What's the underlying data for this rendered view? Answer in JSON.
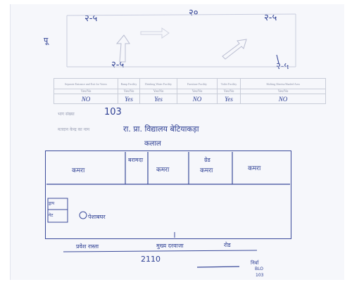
{
  "top_numbers": {
    "left": "२-५",
    "center": "२०",
    "right": "२-५",
    "bottom_left": "२-५",
    "bottom_right": "२-५"
  },
  "side_mark": "पू",
  "table": {
    "headers": [
      "Separate Entrance and Exit for Voters",
      "Ramp Facility",
      "Drinking Water Facility",
      "Furniture Facility",
      "Toilet Facility",
      "Shifting Sheetss/Shaded Area"
    ],
    "yesno": [
      "Yes/No",
      "Yes/No",
      "Yes/No",
      "Yes/No",
      "Yes/No",
      "Yes/No"
    ],
    "values": [
      "NO",
      "Yes",
      "Yes",
      "NO",
      "Yes",
      "NO"
    ]
  },
  "fields": {
    "booth_number_label": "भाग संख्या",
    "booth_number_value": "103",
    "building_name_label": "मतदान केन्द्र का नाम",
    "building_name_value_line1": "रा. प्रा. विद्यालय बेटियाकड़ा",
    "building_name_value_line2": "कलाल"
  },
  "map": {
    "rooms": [
      "कमरा",
      "बरामदा",
      "कमरा",
      "कमरा",
      "कमरा"
    ],
    "room4_line1": "ग्रेड",
    "room4_line2": "कमरा",
    "stair_labels": [
      "ड्राप",
      "गेट"
    ],
    "urinal": "पेशाबघर",
    "road_label_left": "प्रवेश रास्ता",
    "road_label_mid": "मुख्य दरवाजा",
    "road_label_right": "रोड"
  },
  "footer": {
    "date": "2110",
    "stamp_line1": "निर्वा",
    "stamp_line2": "BLO",
    "stamp_line3": "103"
  }
}
